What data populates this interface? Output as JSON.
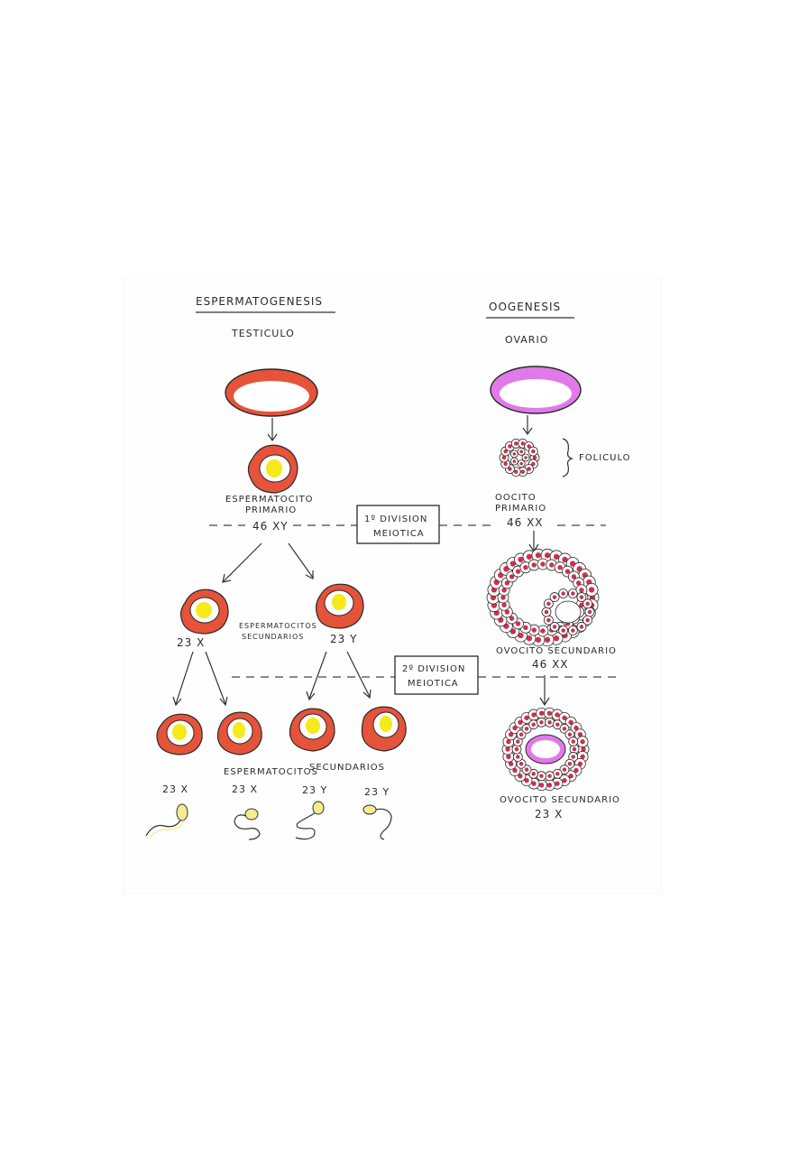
{
  "left": {
    "title": "ESPERMATOGENESIS",
    "organ": "TESTICULO",
    "primary_label_1": "ESPERMATOCITO",
    "primary_label_2": "PRIMARIO",
    "primary_karyotype": "46 XY",
    "secondary_label_1": "ESPERMATOCITOS",
    "secondary_label_2": "SECUNDARIOS",
    "secondary_karyotype_left": "23 X",
    "secondary_karyotype_right": "23 Y",
    "tertiary_label_1": "ESPERMATOCITOS",
    "tertiary_label_2": "SECUNDARIOS",
    "sperm_karyotypes": [
      "23 X",
      "23 X",
      "23 Y",
      "23 Y"
    ]
  },
  "right": {
    "title": "OOGENESIS",
    "organ": "OVARIO",
    "follicle_label": "FOLICULO",
    "primary_label_1": "OOCITO",
    "primary_label_2": "PRIMARIO",
    "primary_karyotype": "46 XX",
    "secondary_label": "OVOCITO SECUNDARIO",
    "secondary_karyotype": "46 XX",
    "final_label": "OVOCITO SECUNDARIO",
    "final_karyotype": "23 X"
  },
  "divisions": {
    "first_1": "1º DIVISION",
    "first_2": "MEIOTICA",
    "second_1": "2º DIVISION",
    "second_2": "MEIOTICA"
  },
  "colors": {
    "testis_red": "#e4533a",
    "ovary_pink": "#e07ae8",
    "nucleus_yellow": "#f5ea1a",
    "follicle_cell": "#cf2f4a"
  }
}
